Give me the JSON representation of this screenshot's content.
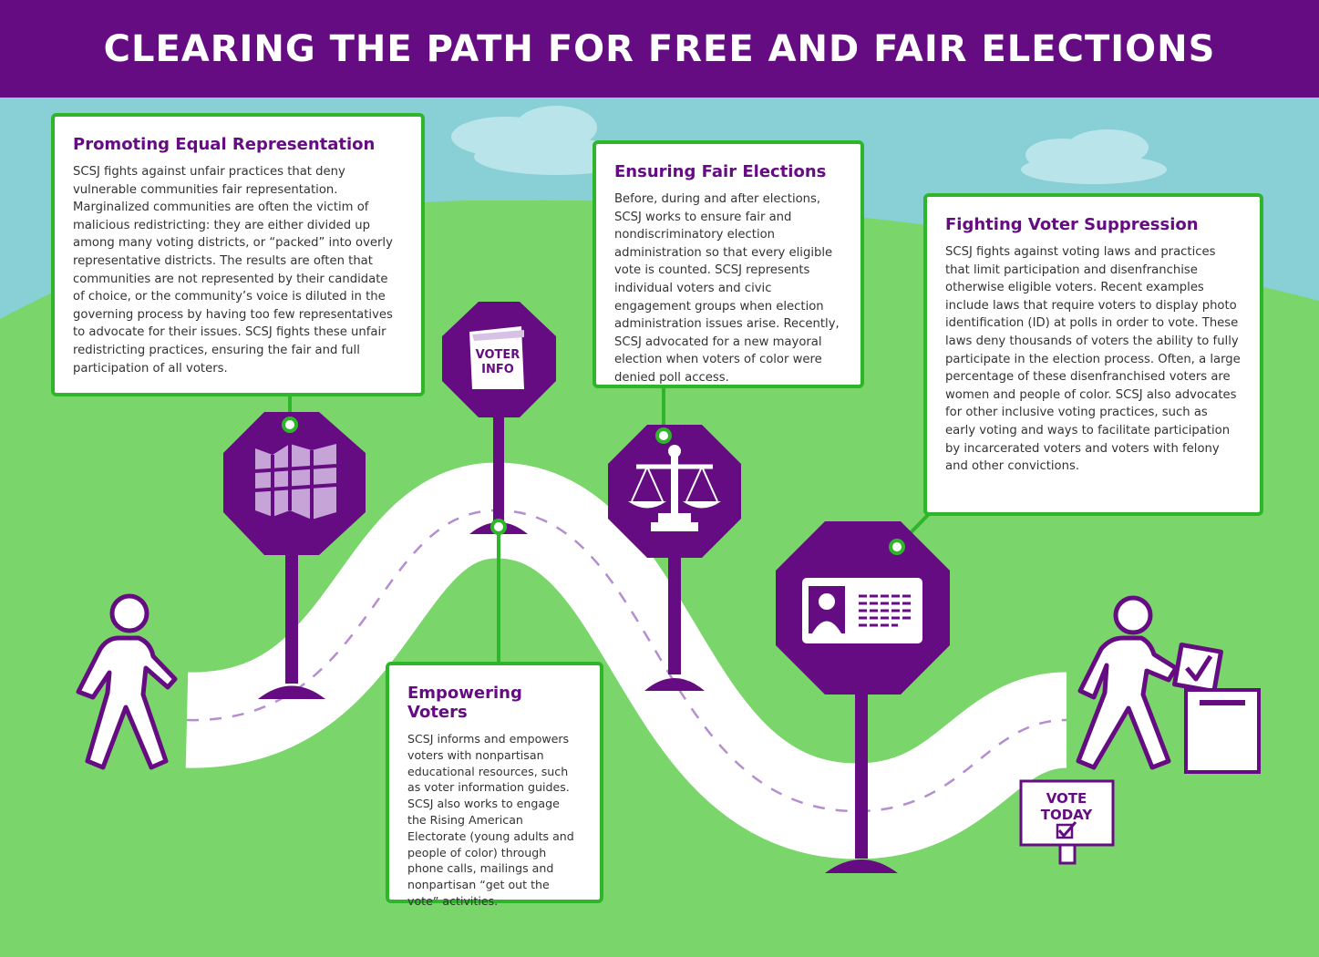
{
  "header": {
    "title": "CLEARING THE PATH FOR FREE AND FAIR ELECTIONS"
  },
  "boxes": {
    "representation": {
      "title": "Promoting Equal Representation",
      "body": "SCSJ fights against unfair practices that deny vulnerable communities fair representation. Marginalized communities are often the victim of malicious redistricting: they are either divided up among many voting districts, or “packed” into overly representative districts. The results are often that communities are not represented by their candidate of choice, or the community’s voice is diluted in the governing process by having too few representatives to advocate for their issues. SCSJ fights these unfair redistricting practices, ensuring the fair and full participation of all voters."
    },
    "fair_elections": {
      "title": "Ensuring Fair Elections",
      "body": "Before, during and after elections, SCSJ works to ensure fair and nondiscriminatory election administration so that every eligible vote is counted. SCSJ represents individual voters and civic engagement groups when election administration issues arise. Recently, SCSJ advocated for a new mayoral election when voters of color were denied poll access."
    },
    "suppression": {
      "title": "Fighting Voter Suppression",
      "body": "SCSJ fights against voting laws and practices that limit participation and disenfranchise otherwise eligible voters. Recent examples include laws that require voters to display photo identification (ID) at polls in order to vote. These laws deny thousands of voters the ability to fully participate in the election process. Often, a large percentage of these disenfranchised voters are women and people of color. SCSJ also advocates for other inclusive voting practices, such as early voting and ways to facilitate participation by incarcerated voters and voters with felony and other convictions."
    },
    "empowering": {
      "title": "Empowering Voters",
      "body": "SCSJ informs and empowers voters with nonpartisan educational resources, such as voter information guides. SCSJ also works to engage the Rising American Electorate (young adults and people of color) through phone calls, mailings and nonpartisan “get out the vote” activities."
    }
  },
  "signs": {
    "voter_info_line1": "VOTER",
    "voter_info_line2": "INFO",
    "vote_today_line1": "VOTE",
    "vote_today_line2": "TODAY"
  },
  "colors": {
    "purple": "#660c82",
    "green_border": "#2fb52a",
    "grass": "#7ad66b",
    "sky": "#88cfd6",
    "map_tiles": "#c6a4d8"
  },
  "icons": [
    "map-icon",
    "voter-info-booklet-icon",
    "scales-of-justice-icon",
    "photo-id-card-icon",
    "walking-person-icon",
    "person-voting-icon",
    "ballot-box-icon",
    "checkbox-icon"
  ]
}
